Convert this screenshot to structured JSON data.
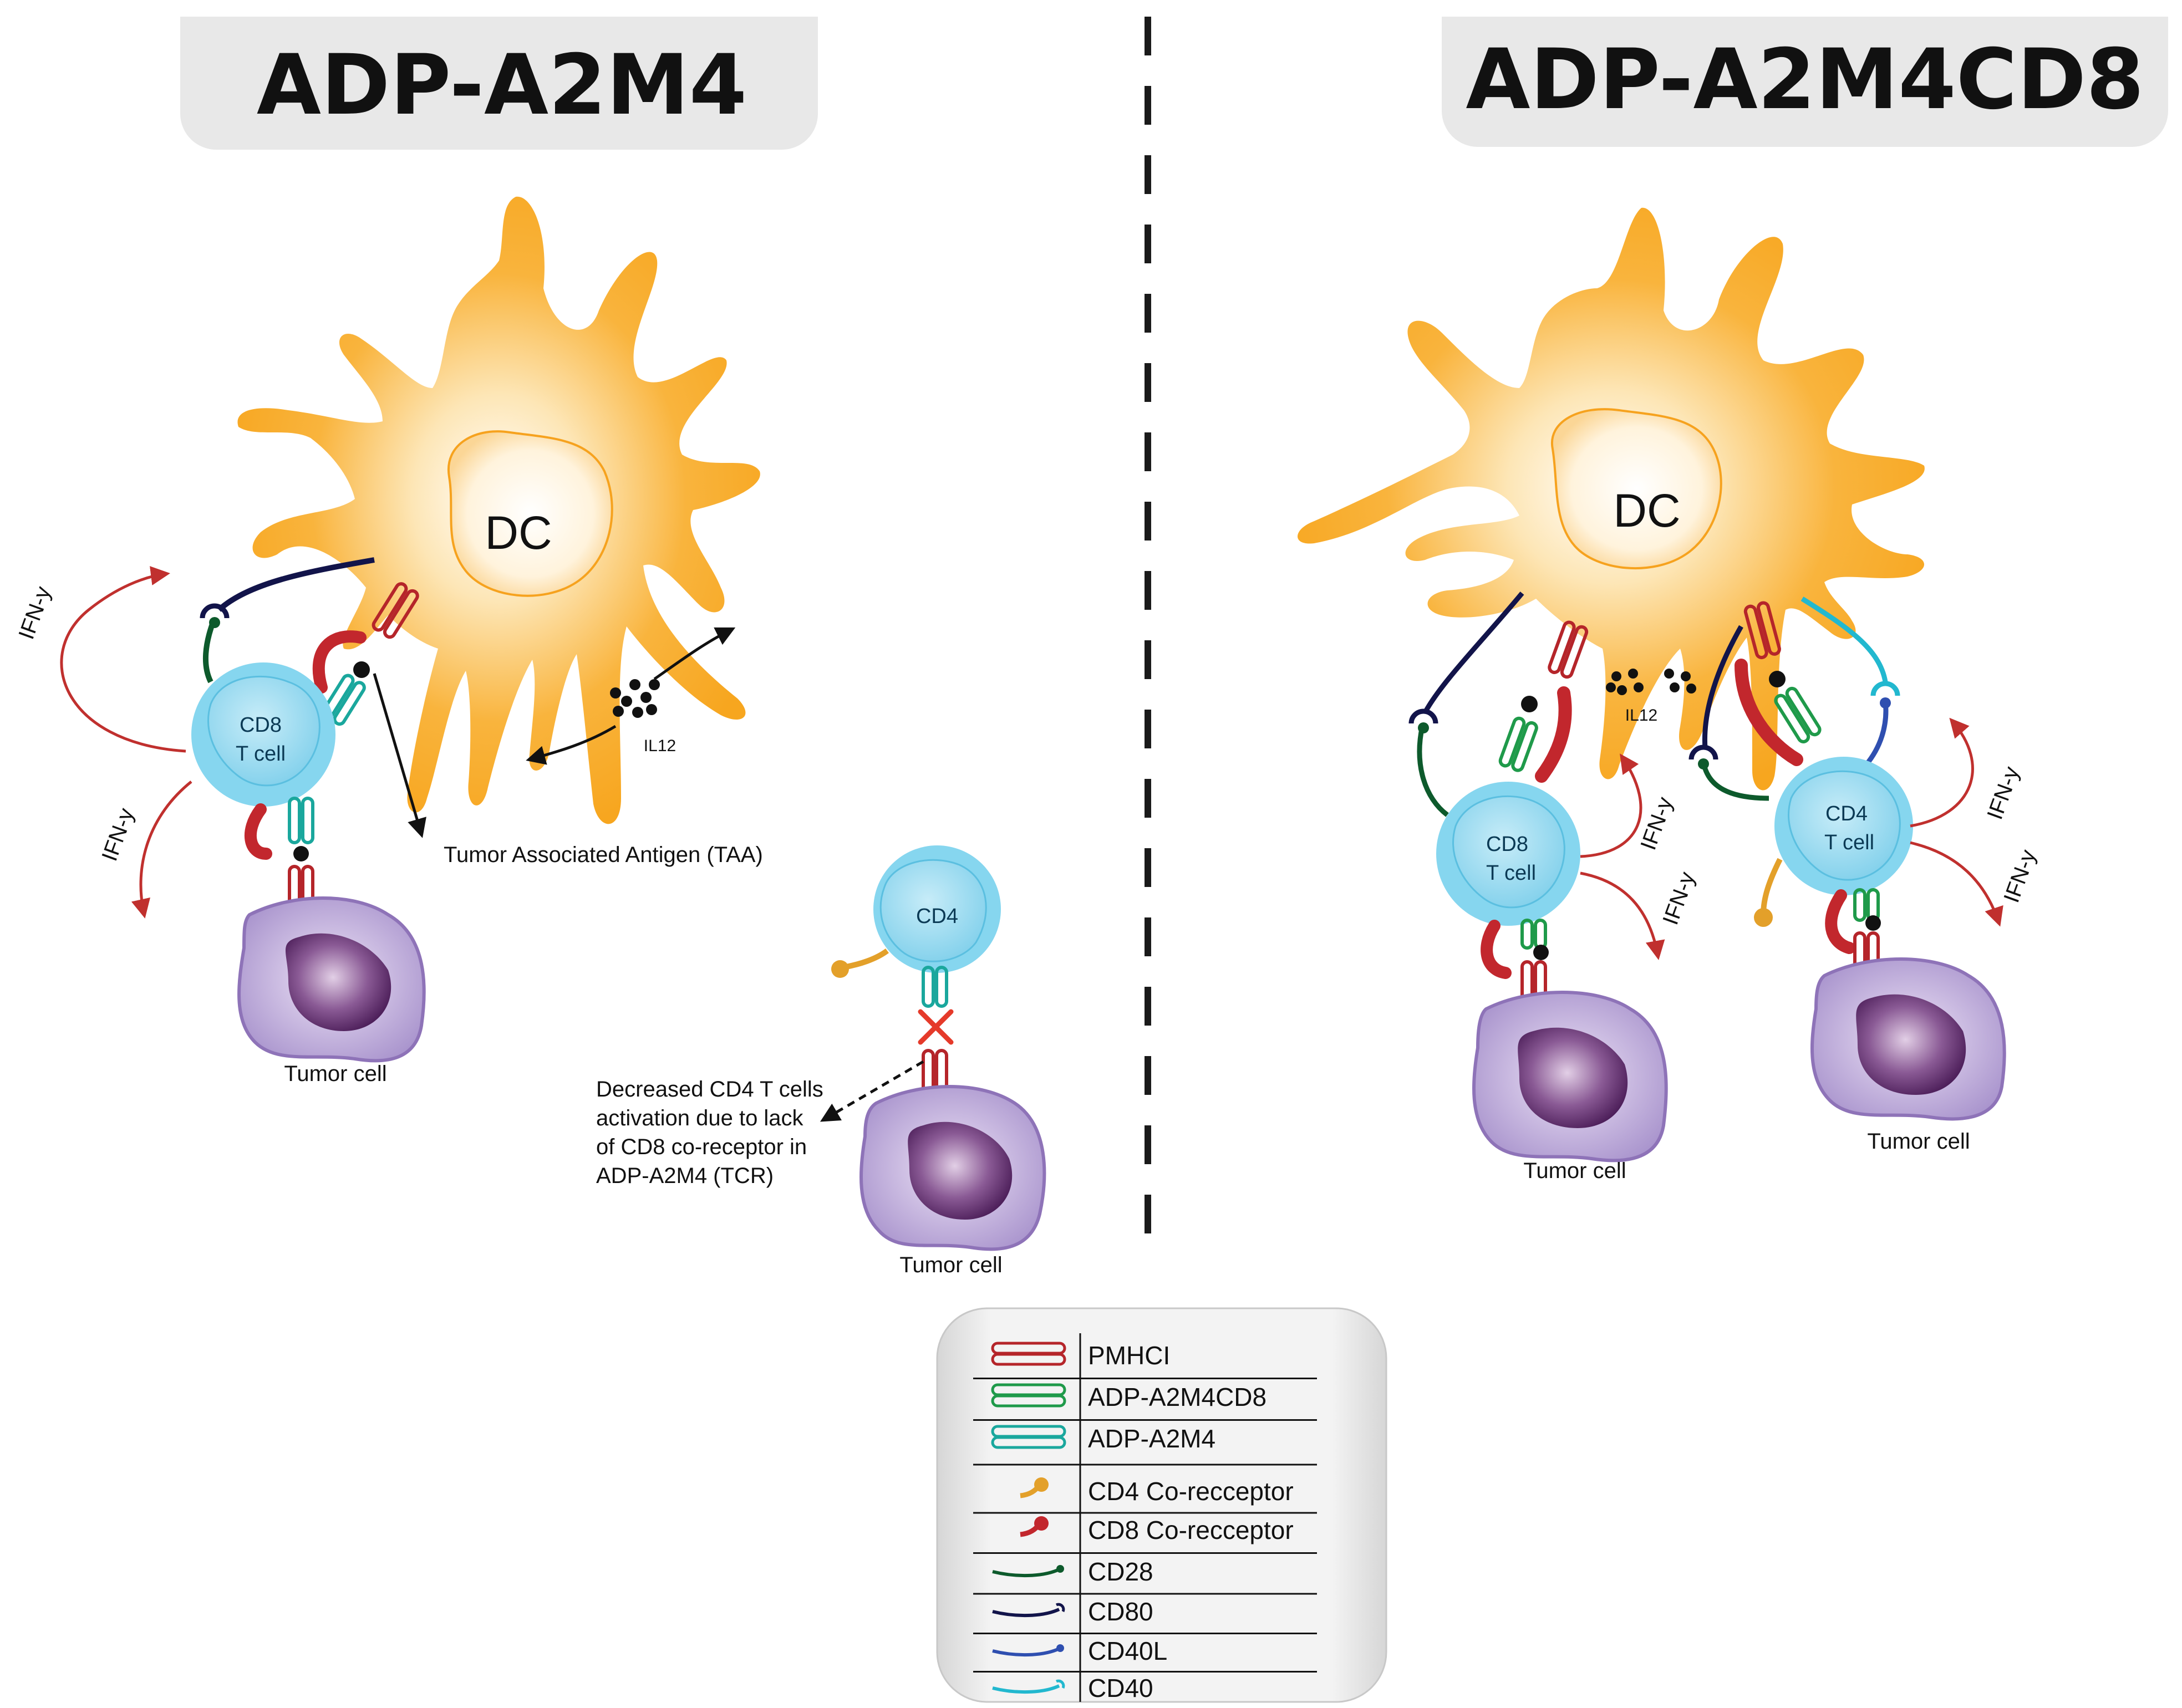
{
  "left_panel": {
    "title": "ADP-A2M4",
    "dc_label": "DC",
    "tcell_line1": "CD8",
    "tcell_line2": "T cell",
    "tumor_label": "Tumor cell",
    "il12_label": "IL12",
    "ifn_label_1": "IFN-y",
    "ifn_label_2": "IFN-y",
    "taa_label": "Tumor Associated Antigen (TAA)",
    "cd4_label": "CD4",
    "tumor2_label": "Tumor cell",
    "note_lines": [
      "Decreased CD4 T cells",
      "activation due to lack",
      "of CD8 co-receptor in",
      "ADP-A2M4 (TCR)"
    ]
  },
  "right_panel": {
    "title": "ADP-A2M4CD8",
    "dc_label": "DC",
    "il12_label": "IL12",
    "cd8_line1": "CD8",
    "cd8_line2": "T cell",
    "cd4_line1": "CD4",
    "cd4_line2": "T cell",
    "ifn_labels": [
      "IFN-y",
      "IFN-y",
      "IFN-y",
      "IFN-y"
    ],
    "tumor_label_1": "Tumor cell",
    "tumor_label_2": "Tumor cell"
  },
  "legend": {
    "items": [
      {
        "label": "PMHCI",
        "icon": "pmhci-icon",
        "color": "#b5252a"
      },
      {
        "label": "ADP-A2M4CD8",
        "icon": "adp-a2m4cd8-icon",
        "color": "#1f9a4a"
      },
      {
        "label": "ADP-A2M4",
        "icon": "adp-a2m4-icon",
        "color": "#1aa79d"
      },
      {
        "label": "CD4 Co-recceptor",
        "icon": "cd4-coreceptor-icon",
        "color": "#e3a02a"
      },
      {
        "label": "CD8 Co-recceptor",
        "icon": "cd8-coreceptor-icon",
        "color": "#c2272d"
      },
      {
        "label": "CD28",
        "icon": "cd28-icon",
        "color": "#0d5a2c"
      },
      {
        "label": "CD80",
        "icon": "cd80-icon",
        "color": "#12144a"
      },
      {
        "label": "CD40L",
        "icon": "cd40l-icon",
        "color": "#2f4fb0"
      },
      {
        "label": "CD40",
        "icon": "cd40-icon",
        "color": "#22b8cf"
      }
    ]
  },
  "colors": {
    "dc_orange": "#f7a823",
    "tcell_blue": "#86d6ef",
    "tumor_purple": "#b9a1d4",
    "nucleus_purple": "#5b2a68",
    "arrow_red": "#c0302e",
    "divider": "#1a1a1a"
  }
}
